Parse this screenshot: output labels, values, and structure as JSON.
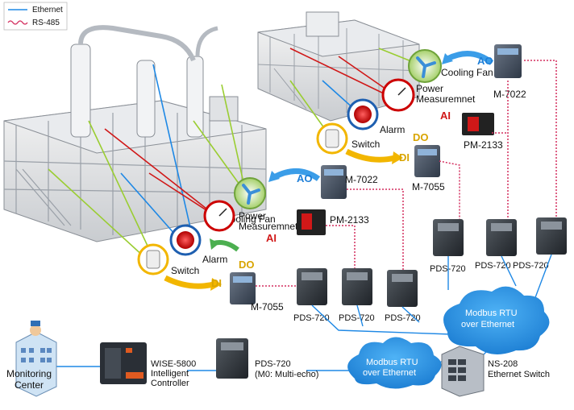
{
  "legend": {
    "ethernet": "Ethernet",
    "rs485": "RS-485"
  },
  "colors": {
    "ethernet": "#1e88e5",
    "rs485_a": "#d32f5f",
    "rs485_b": "#7e57c2",
    "cloud": "#1e8fe0",
    "do_arrow": "#f2b600",
    "ao_arrow": "#3b9de8",
    "alarm_arrow": "#4caf50"
  },
  "plant_right": {
    "cooling_fan": "Cooling Fan",
    "ao": "AO",
    "module_ao": "M-7022",
    "power_line1": "Power",
    "power_line2": "Measuremnet",
    "ai": "AI",
    "meter": "PM-2133",
    "alarm": "Alarm",
    "do": "DO",
    "switch": "Switch",
    "di": "DI",
    "module_dio": "M-7055"
  },
  "plant_left": {
    "cooling_fan": "Cooling Fan",
    "ao": "AO",
    "module_ao": "M-7022",
    "power_line1": "Power",
    "power_line2": "Measuremnet",
    "ai": "AI",
    "meter": "PM-2133",
    "alarm": "Alarm",
    "do": "DO",
    "switch": "Switch",
    "di": "DI",
    "module_dio": "M-7055"
  },
  "pds_right": [
    "PDS-720",
    "PDS-720",
    "PDS-720"
  ],
  "pds_left": [
    "PDS-720",
    "PDS-720",
    "PDS-720"
  ],
  "cloud_right": {
    "line1": "Modbus RTU",
    "line2": "over Ethernet"
  },
  "cloud_left": {
    "line1": "Modbus RTU",
    "line2": "over Ethernet"
  },
  "switch_ns": {
    "line1": "NS-208",
    "line2": "Ethernet Switch"
  },
  "pds_main": {
    "line1": "PDS-720",
    "line2": "(M0: Multi-echo)"
  },
  "wise": {
    "line1": "WISE-5800",
    "line2": "Intelligent",
    "line3": "Controller"
  },
  "monitoring": {
    "line1": "Monitoring",
    "line2": "Center"
  }
}
